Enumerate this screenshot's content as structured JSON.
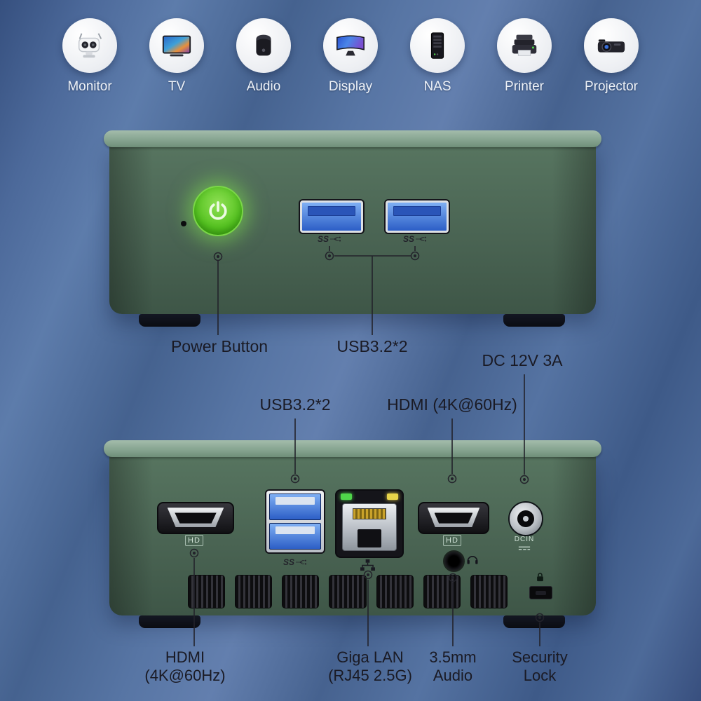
{
  "device_icons": [
    {
      "label": "Monitor",
      "icon": "security-camera-icon"
    },
    {
      "label": "TV",
      "icon": "tv-icon"
    },
    {
      "label": "Audio",
      "icon": "speaker-icon"
    },
    {
      "label": "Display",
      "icon": "curved-display-icon"
    },
    {
      "label": "NAS",
      "icon": "server-icon"
    },
    {
      "label": "Printer",
      "icon": "printer-icon"
    },
    {
      "label": "Projector",
      "icon": "projector-icon"
    }
  ],
  "front_view": {
    "power_label": "Power Button",
    "usb_label": "USB3.2*2",
    "usb_marking": "SS"
  },
  "back_view": {
    "usb_label": "USB3.2*2",
    "hdmi_label": "HDMI (4K@60Hz)",
    "dc_label": "DC 12V 3A",
    "usb_marking": "SS",
    "hd_badge": "HD",
    "dcin_label": "DCIN",
    "bottom": {
      "hdmi_line1": "HDMI",
      "hdmi_line2": "(4K@60Hz)",
      "lan_line1": "Giga LAN",
      "lan_line2": "(RJ45 2.5G)",
      "audio_line1": "3.5mm",
      "audio_line2": "Audio",
      "lock_line1": "Security",
      "lock_line2": "Lock"
    }
  },
  "colors": {
    "background_blue": "#4e6da3",
    "chassis_green": "#4c6a58",
    "power_button_green": "#5cc62e",
    "usb_blue": "#3a6fd8",
    "led_green": "#4fd64a",
    "led_yellow": "#e8d44a",
    "callout_ink": "#23232b"
  }
}
